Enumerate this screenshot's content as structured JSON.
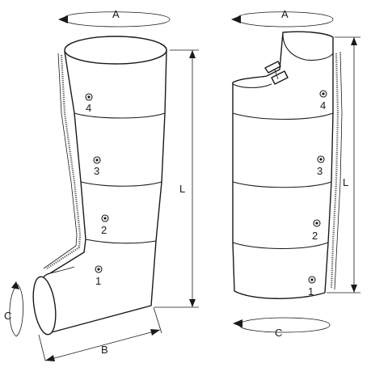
{
  "diagram": {
    "left_garment": {
      "chambers": [
        "1",
        "2",
        "3",
        "4"
      ],
      "dimensions": {
        "circumference_top": "A",
        "foot_length": "B",
        "ankle_circumference": "C",
        "length": "L"
      }
    },
    "right_garment": {
      "chambers": [
        "1",
        "2",
        "3",
        "4"
      ],
      "dimensions": {
        "circumference_top": "A",
        "bottom_circumference": "C",
        "length": "L"
      }
    }
  }
}
